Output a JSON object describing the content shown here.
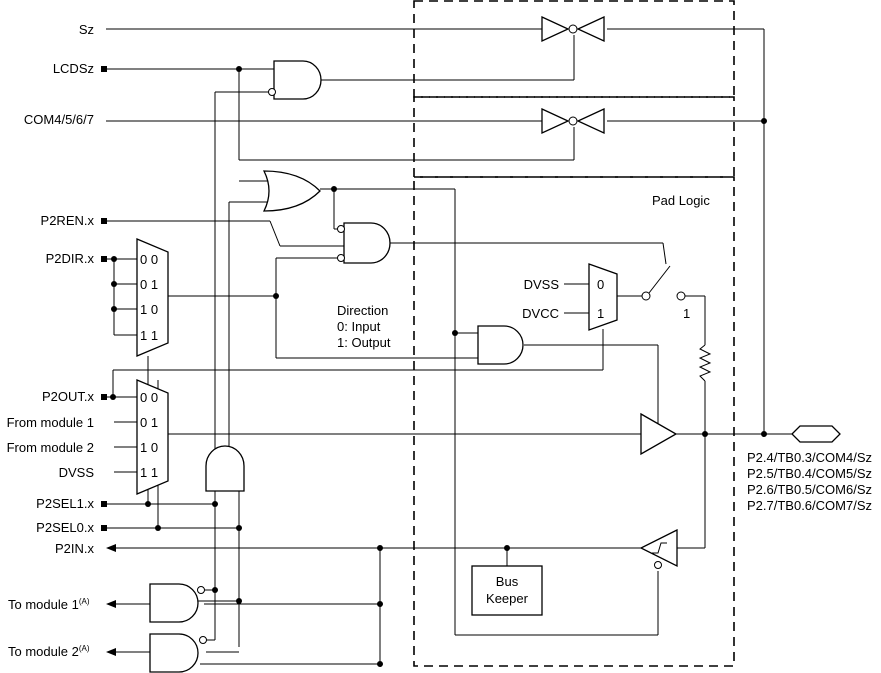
{
  "signals": {
    "sz": "Sz",
    "lcdsz": "LCDSz",
    "com": "COM4/5/6/7",
    "p2ren": "P2REN.x",
    "p2dir": "P2DIR.x",
    "p2out": "P2OUT.x",
    "from_module_1": "From module 1",
    "from_module_2": "From module 2",
    "dvss_in": "DVSS",
    "p2sel1": "P2SEL1.x",
    "p2sel0": "P2SEL0.x",
    "p2in": "P2IN.x",
    "to_module_1": "To module 1",
    "to_module_2": "To module 2",
    "superscript_a": "(A)"
  },
  "mux": {
    "dir": [
      "0 0",
      "0 1",
      "1 0",
      "1 1"
    ],
    "out": [
      "0 0",
      "0 1",
      "1 0",
      "1 1"
    ],
    "pull_0": "0",
    "pull_1": "1",
    "dvss": "DVSS",
    "dvcc": "DVCC"
  },
  "direction": {
    "title": "Direction",
    "input": "0: Input",
    "output": "1: Output"
  },
  "pad_logic": "Pad Logic",
  "switch_one": "1",
  "bus_keeper": [
    "Bus",
    "Keeper"
  ],
  "pins": [
    "P2.4/TB0.3/COM4/Sz",
    "P2.5/TB0.4/COM5/Sz",
    "P2.6/TB0.5/COM6/Sz",
    "P2.7/TB0.6/COM7/Sz"
  ]
}
